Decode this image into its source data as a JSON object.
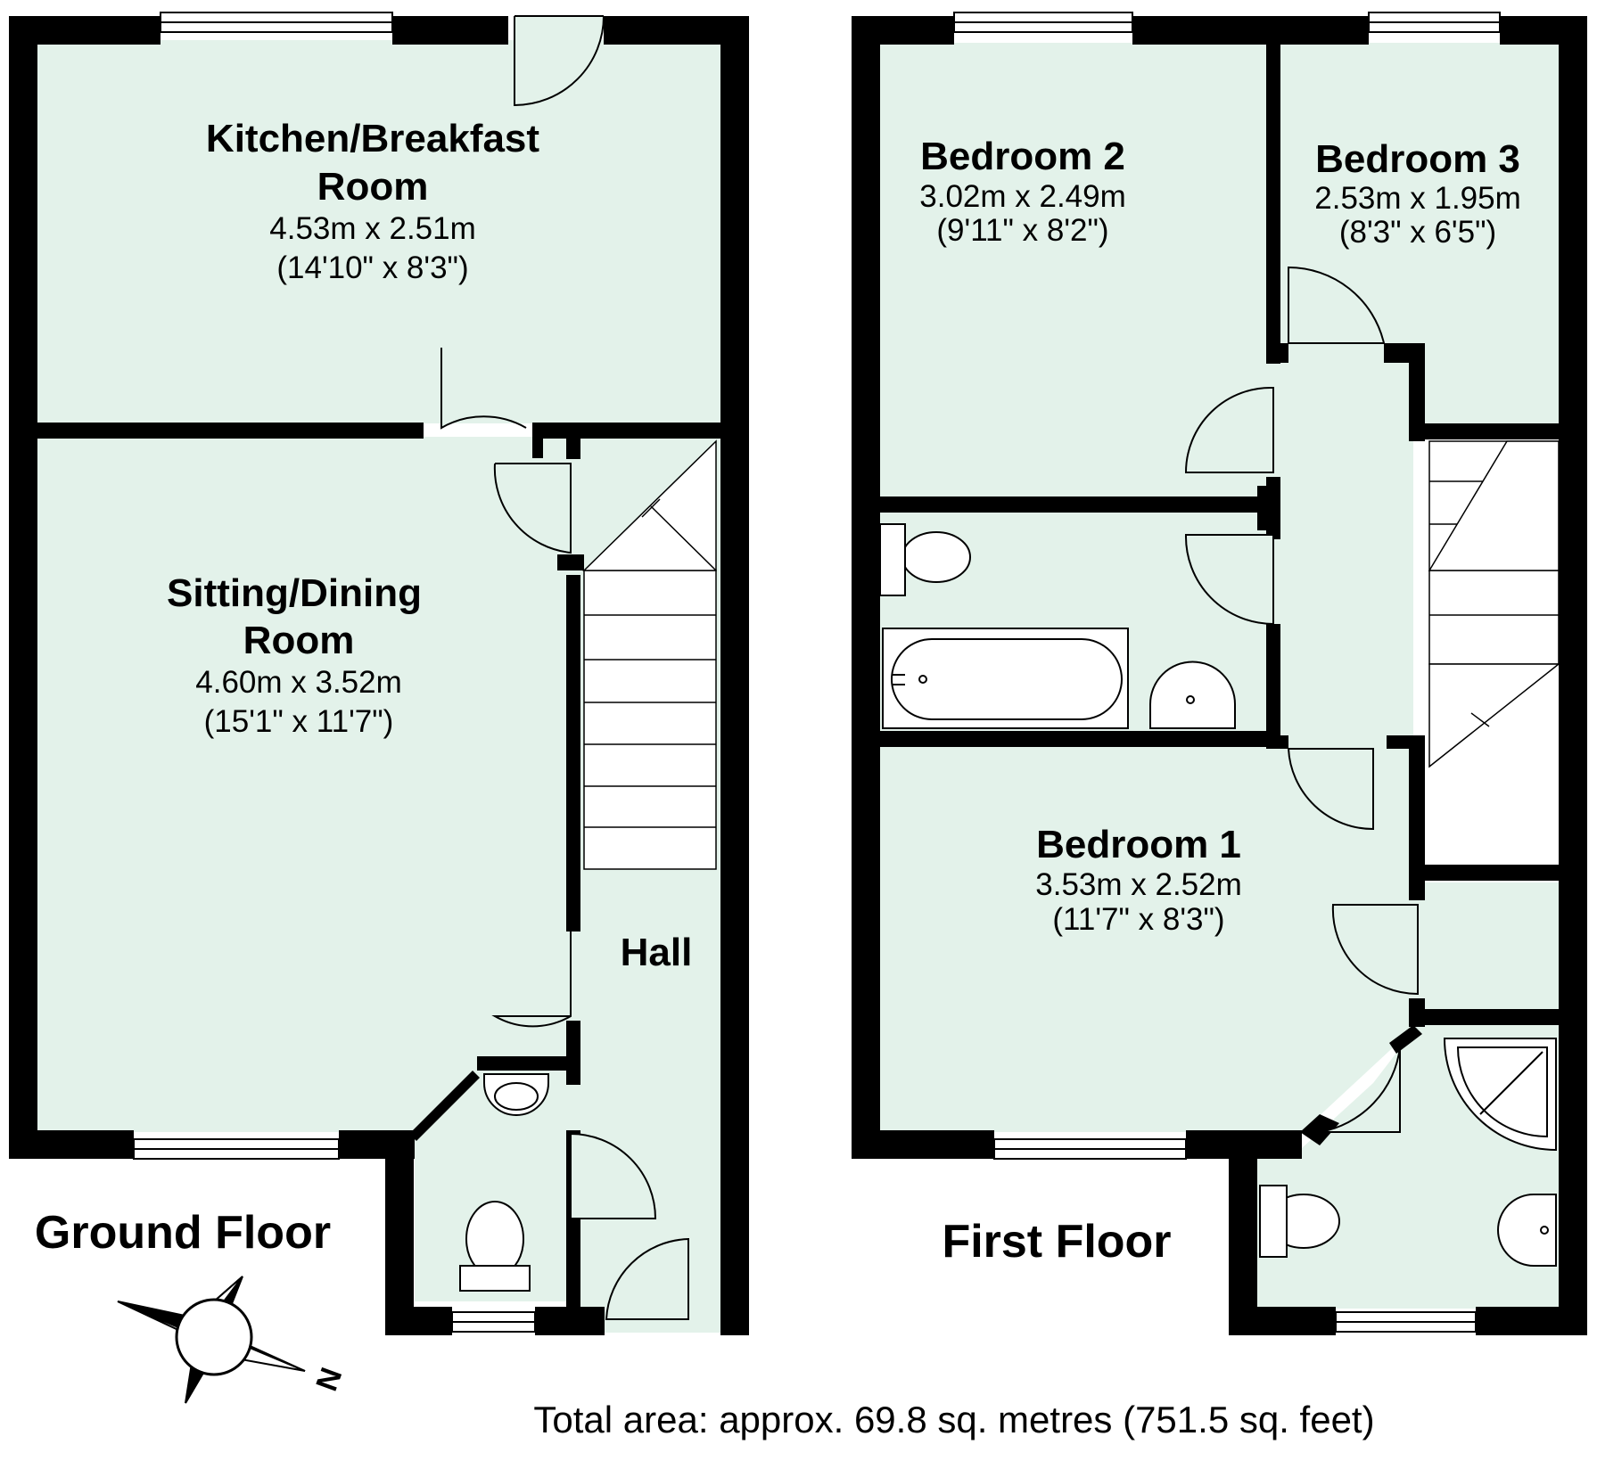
{
  "colors": {
    "floor": "#e3f2ea",
    "wall": "#000000",
    "fixture": "#ffffff"
  },
  "ground_floor": {
    "title": "Ground Floor",
    "kitchen": {
      "name_line1": "Kitchen/Breakfast",
      "name_line2": "Room",
      "metric": "4.53m x 2.51m",
      "imperial": "(14'10\" x 8'3\")"
    },
    "sitting": {
      "name_line1": "Sitting/Dining",
      "name_line2": "Room",
      "metric": "4.60m x 3.52m",
      "imperial": "(15'1\" x 11'7\")"
    },
    "hall": {
      "name": "Hall"
    }
  },
  "first_floor": {
    "title": "First Floor",
    "bedroom1": {
      "name": "Bedroom 1",
      "metric": "3.53m x 2.52m",
      "imperial": "(11'7\" x 8'3\")"
    },
    "bedroom2": {
      "name": "Bedroom 2",
      "metric": "3.02m x 2.49m",
      "imperial": "(9'11\" x 8'2\")"
    },
    "bedroom3": {
      "name": "Bedroom 3",
      "metric": "2.53m x 1.95m",
      "imperial": "(8'3\" x 6'5\")"
    }
  },
  "compass": {
    "north_label": "N",
    "icon": "compass-rose-icon"
  },
  "total_area": "Total area: approx. 69.8 sq. metres (751.5 sq. feet)"
}
